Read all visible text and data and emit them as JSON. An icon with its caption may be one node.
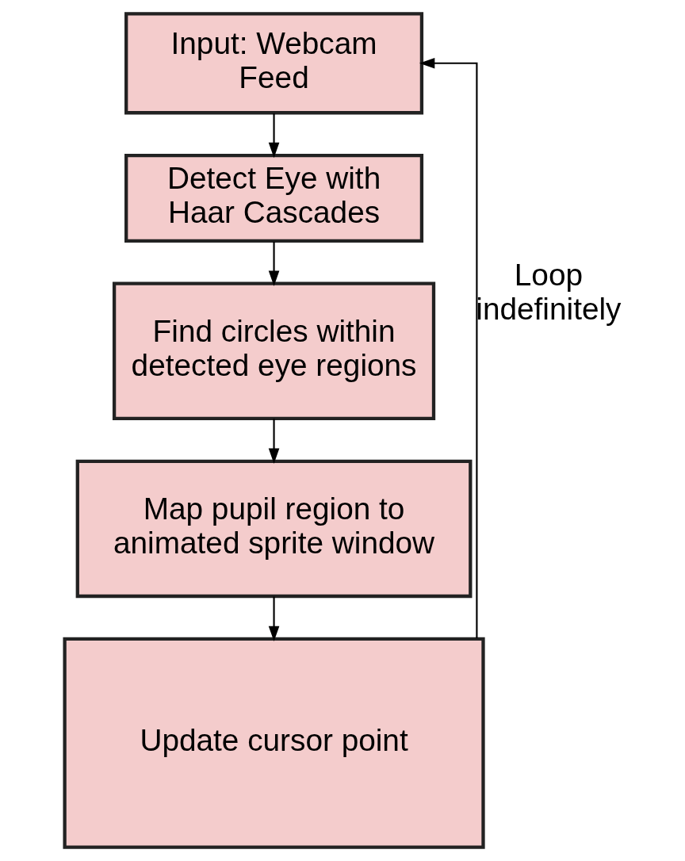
{
  "diagram": {
    "nodes": [
      {
        "text": [
          "Input: Webcam Feed"
        ]
      },
      {
        "text": [
          "Detect Eye with Haar Cascades"
        ]
      },
      {
        "text": [
          "Find circles within detected eye regions"
        ]
      },
      {
        "text": [
          "Map pupil region to animated sprite window"
        ]
      },
      {
        "text": [
          "Update cursor point"
        ]
      }
    ],
    "edges": [
      {
        "from": 0,
        "to": 1,
        "arrow": "to"
      },
      {
        "from": 1,
        "to": 2,
        "arrow": "to"
      },
      {
        "from": 2,
        "to": 3,
        "arrow": "to"
      },
      {
        "from": 3,
        "to": 4,
        "arrow": "to"
      },
      {
        "from": 4,
        "to": 0,
        "arrow": "to",
        "label": "Loop indefinitely"
      }
    ]
  }
}
